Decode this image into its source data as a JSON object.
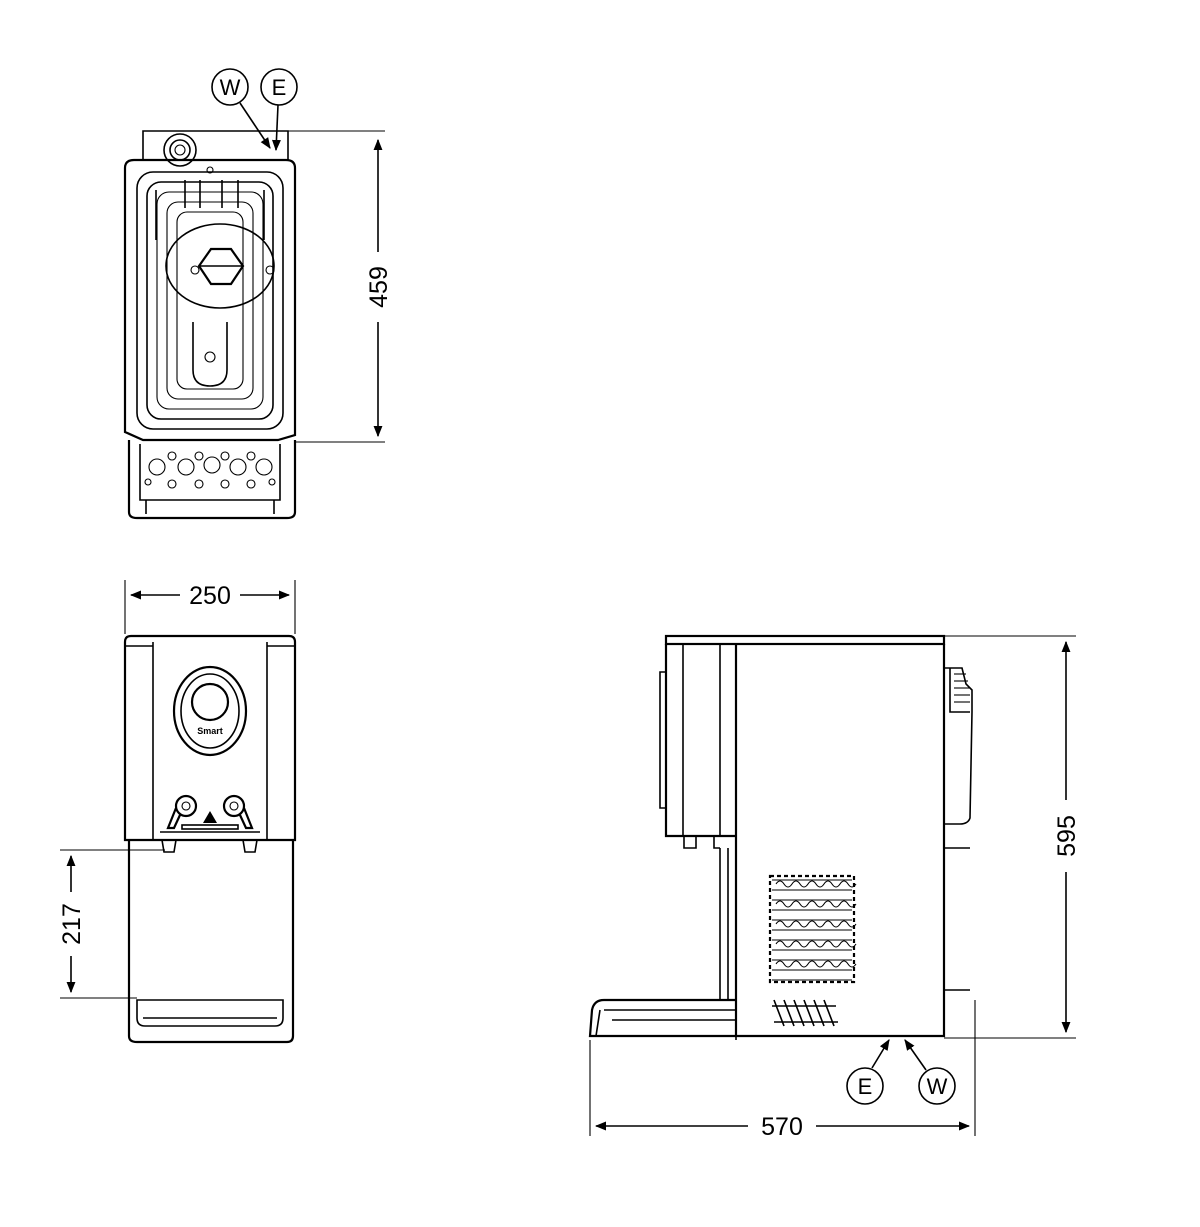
{
  "views": {
    "top": "top-view",
    "front": "front-view",
    "side": "side-view"
  },
  "dimensions": {
    "depth_top": "459",
    "width": "250",
    "drip_height": "217",
    "height": "595",
    "length": "570"
  },
  "connections": {
    "water": "W",
    "electric": "E"
  },
  "brand": "Smart",
  "colors": {
    "line": "#000000",
    "background": "#ffffff"
  }
}
